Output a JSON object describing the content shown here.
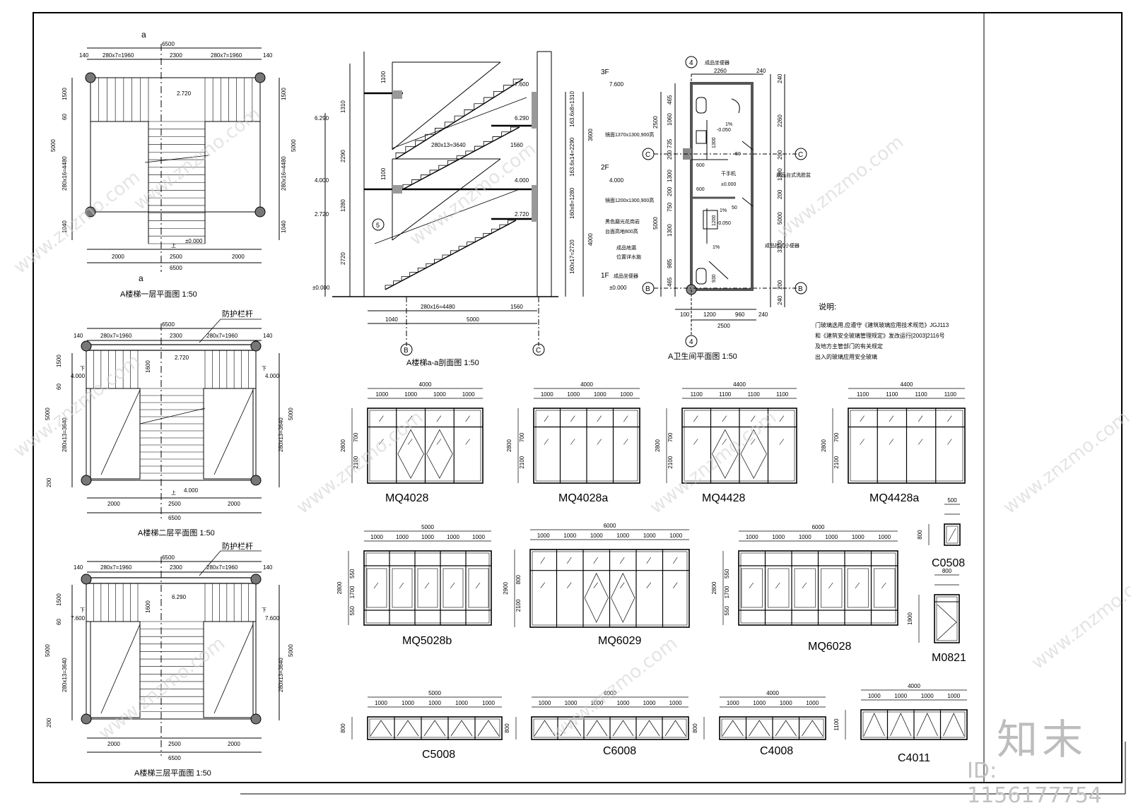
{
  "drawing": {
    "stair_plan_1": {
      "caption": "A楼梯一层平面图 1:50",
      "top_total": "6500",
      "top_left_edge": "140",
      "top_run_left": "280x7=1960",
      "top_mid": "2300",
      "top_run_right": "280x7=1960",
      "top_right_edge": "140",
      "left_dims": [
        "1500",
        "60",
        "280x16=4480",
        "1040"
      ],
      "overall_height": "5000",
      "bottom_dims": [
        "2000",
        "2500",
        "2000"
      ],
      "bottom_total": "6500",
      "landing_level": "2.720",
      "floor_level": "±0.000",
      "section_mark": "a",
      "up_mark": "上"
    },
    "stair_plan_2": {
      "caption": "A楼梯二层平面图 1:50",
      "top_total": "6500",
      "top_left_edge": "140",
      "top_run_left": "280x7=1960",
      "top_mid": "2300",
      "top_run_right": "280x7=1960",
      "top_right_edge": "140",
      "left_dims": [
        "1500",
        "60",
        "280x13=3640",
        "200"
      ],
      "overall_height": "5000",
      "bottom_dims": [
        "2000",
        "2500",
        "2000"
      ],
      "bottom_total": "6500",
      "landing_level": "2.720",
      "floor_level_left": "4.000",
      "floor_level_right": "4.000",
      "floor_level_bottom": "4.000",
      "railing_label": "防护栏杆",
      "mid_dim": "1600",
      "up_mark": "上",
      "down_mark": "下"
    },
    "stair_plan_3": {
      "caption": "A楼梯三层平面图 1:50",
      "top_total": "6500",
      "top_left_edge": "140",
      "top_run_left": "280x7=1960",
      "top_mid": "2300",
      "top_run_right": "280x7=1960",
      "top_right_edge": "140",
      "left_dims": [
        "1500",
        "60",
        "280x13=3640",
        "200"
      ],
      "overall_height": "5000",
      "bottom_dims": [
        "2000",
        "2500",
        "2000"
      ],
      "bottom_total": "6500",
      "landing_level": "6.290",
      "floor_level_left": "7.600",
      "floor_level_right": "7.600",
      "railing_label": "防护栏杆",
      "mid_dim": "1600",
      "down_mark": "下"
    },
    "section_aa": {
      "caption": "A楼梯a-a剖面图 1:50",
      "floors": [
        "3F",
        "2F",
        "1F"
      ],
      "levels_right": [
        "7.600",
        "4.000",
        "±0.000"
      ],
      "levels_left": [
        "6.290",
        "4.000",
        "2.720",
        "±0.000"
      ],
      "levels_inside": [
        "7.600",
        "6.290",
        "4.000",
        "2.720"
      ],
      "left_dims": [
        "1310",
        "2290",
        "1280",
        "2720"
      ],
      "inner_dims": [
        "1100",
        "1100"
      ],
      "right_dims": [
        "163.6x8=1310",
        "163.6x14=2290",
        "160x8=1280",
        "160x17=2720"
      ],
      "right_totals": [
        "3600",
        "4000"
      ],
      "flight_labels": [
        "280x13=3640",
        "1560"
      ],
      "bottom_run": "280x16=4480",
      "bottom_right": "1560",
      "bottom_dims": [
        "1040",
        "5000"
      ],
      "axes": [
        "B",
        "C"
      ],
      "mark": "5"
    },
    "toilet_plan": {
      "caption": "A卫生间平面图 1:50",
      "axis_top": "4",
      "axis_bottom": "4",
      "axis_left_top": "C",
      "axis_left_bottom": "B",
      "top_dims": [
        "2260",
        "240"
      ],
      "right_dims": [
        "240",
        "2260",
        "200",
        "1300",
        "200",
        "5000",
        "3300",
        "200",
        "240"
      ],
      "left_dims": [
        "465",
        "1060",
        "735",
        "200",
        "1300",
        "200",
        "750",
        "1300",
        "985",
        "465"
      ],
      "overall_left": "2500",
      "overall_mid": "5000",
      "bottom_dims": [
        "100",
        "1200",
        "960",
        "240"
      ],
      "bottom_total": "2500",
      "labels": [
        "成品坐便器",
        "镜面1370x1300,900高",
        "干手机",
        "成品台式洗脸盆",
        "镜面1200x1300,900高",
        "黑色磨光花岗岩",
        "台面高地800高",
        "成品地漏",
        "位置详水施",
        "成品挂式小便器",
        "成品坐便器"
      ],
      "slopes": [
        "1%",
        "1%",
        "1%"
      ],
      "floor_offsets": [
        "-0.050",
        "-0.050",
        "±0.000"
      ],
      "small_dims": [
        "600",
        "600",
        "1300",
        "1200",
        "930",
        "50",
        "50"
      ]
    },
    "notes": {
      "title": "说明:",
      "lines": [
        "门玻璃选用,应遵守《建筑玻璃应用技术规范》JGJ113",
        "和《建筑安全玻璃管理规定》发改运行[2003]2116号",
        "及地方主管部门的有关规定",
        "出入的玻璃应用安全玻璃"
      ]
    },
    "windows": [
      {
        "code": "MQ4028",
        "total": "4000",
        "panes": [
          "1000",
          "1000",
          "1000",
          "1000"
        ],
        "heights": [
          "2800",
          "700",
          "2100"
        ]
      },
      {
        "code": "MQ4028a",
        "total": "4000",
        "panes": [
          "1000",
          "1000",
          "1000",
          "1000"
        ],
        "heights": [
          "2800",
          "700",
          "2100"
        ]
      },
      {
        "code": "MQ4428",
        "total": "4400",
        "panes": [
          "1100",
          "1100",
          "1100",
          "1100"
        ],
        "heights": [
          "2800",
          "700",
          "2100"
        ]
      },
      {
        "code": "MQ4428a",
        "total": "4400",
        "panes": [
          "1100",
          "1100",
          "1100",
          "1100"
        ],
        "heights": [
          "2800",
          "700",
          "2100"
        ]
      },
      {
        "code": "C0508",
        "total": "500",
        "panes": [],
        "heights": [
          "800"
        ]
      },
      {
        "code": "MQ5028b",
        "total": "5000",
        "panes": [
          "1000",
          "1000",
          "1000",
          "1000",
          "1000"
        ],
        "heights": [
          "2800",
          "550",
          "1700",
          "550"
        ]
      },
      {
        "code": "MQ6029",
        "total": "6000",
        "panes": [
          "1000",
          "1000",
          "1000",
          "1000",
          "1000",
          "1000"
        ],
        "heights": [
          "2900",
          "800",
          "2100"
        ]
      },
      {
        "code": "MQ6028",
        "total": "6000",
        "panes": [
          "1000",
          "1000",
          "1000",
          "1000",
          "1000",
          "1000"
        ],
        "heights": [
          "2800",
          "550",
          "1700",
          "550"
        ]
      },
      {
        "code": "M0821",
        "total": "800",
        "panes": [],
        "heights": [
          "1900"
        ]
      },
      {
        "code": "C5008",
        "total": "5000",
        "panes": [
          "1000",
          "1000",
          "1000",
          "1000",
          "1000"
        ],
        "heights": [
          "800"
        ]
      },
      {
        "code": "C6008",
        "total": "6000",
        "panes": [
          "1000",
          "1000",
          "1000",
          "1000",
          "1000",
          "1000"
        ],
        "heights": [
          "800"
        ]
      },
      {
        "code": "C4008",
        "total": "4000",
        "panes": [
          "1000",
          "1000",
          "1000",
          "1000"
        ],
        "heights": [
          "800"
        ]
      },
      {
        "code": "C4011",
        "total": "4000",
        "panes": [
          "1000",
          "1000",
          "1000",
          "1000"
        ],
        "heights": [
          "1100"
        ]
      }
    ]
  },
  "watermark": {
    "text": "www.znzmo.com",
    "logo": "知末",
    "id": "ID: 1156177754"
  },
  "colors": {
    "line": "#000000",
    "watermark": "#c8c8c8",
    "background": "#ffffff"
  }
}
